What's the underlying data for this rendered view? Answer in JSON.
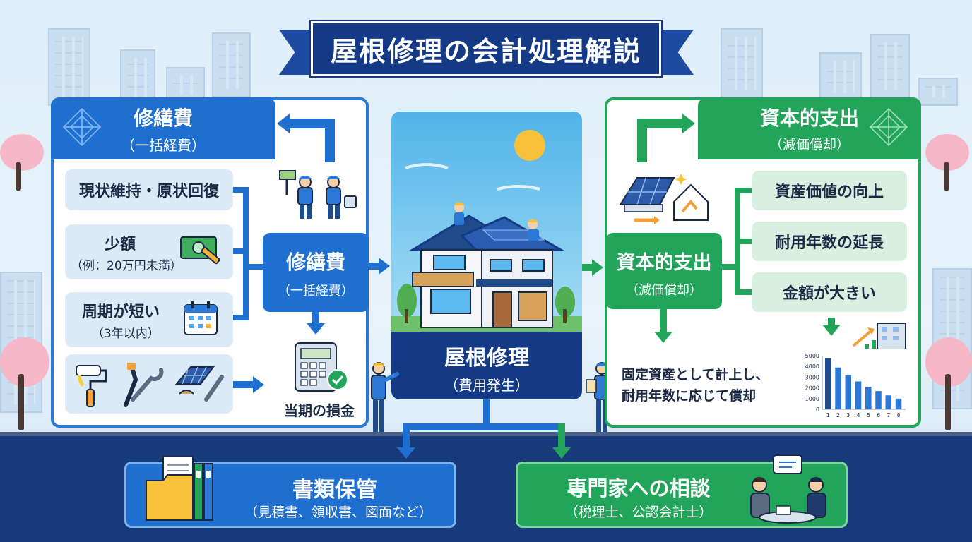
{
  "title": "屋根修理の会計処理解説",
  "left": {
    "head_title": "修繕費",
    "head_sub": "（一括経費）",
    "conditions": [
      {
        "main": "現状維持・原状回復",
        "sub": ""
      },
      {
        "main": "少額",
        "sub": "（例：20万円未満）"
      },
      {
        "main": "周期が短い",
        "sub": "（3年以内）"
      }
    ],
    "mid_title": "修繕費",
    "mid_sub": "（一括経費）",
    "result": "当期の損金"
  },
  "center": {
    "main": "屋根修理",
    "sub": "（費用発生）"
  },
  "right": {
    "head_title": "資本的支出",
    "head_sub": "（減価償却）",
    "conditions": [
      "資産価値の向上",
      "耐用年数の延長",
      "金額が大きい"
    ],
    "mid_title": "資本的支出",
    "mid_sub": "（減価償却）",
    "result_line1": "固定資産として計上し、",
    "result_line2": "耐用年数に応じて償却"
  },
  "chart_data": {
    "type": "bar",
    "categories": [
      "1",
      "2",
      "3",
      "4",
      "5",
      "6",
      "7",
      "8"
    ],
    "values": [
      4800,
      3900,
      3200,
      2600,
      2100,
      1700,
      1300,
      1000
    ],
    "yticks": [
      "5000",
      "4000",
      "3000",
      "2000",
      "1000",
      "0"
    ],
    "ylim": [
      0,
      5000
    ]
  },
  "bottom": {
    "docs_title": "書類保管",
    "docs_sub": "（見積書、領収書、図面など）",
    "consult_title": "専門家への相談",
    "consult_sub": "（税理士、公認会計士）"
  },
  "colors": {
    "blue": "#1f6fd0",
    "navy": "#143a86",
    "green": "#22a55b"
  }
}
